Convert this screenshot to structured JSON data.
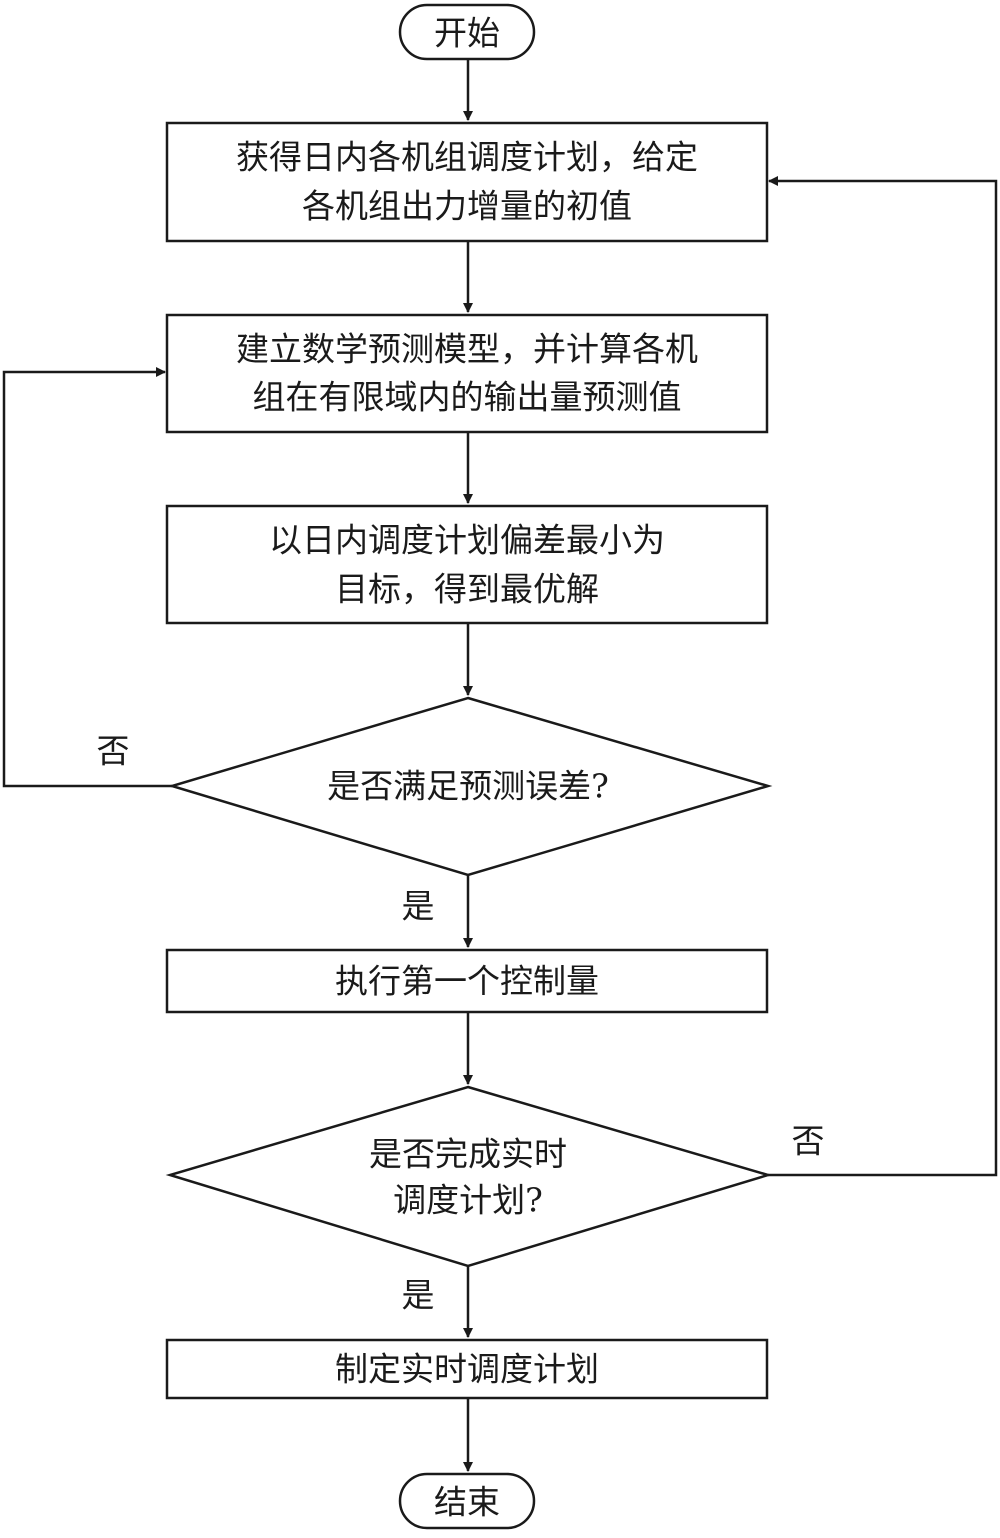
{
  "flowchart": {
    "start": {
      "label": "开始"
    },
    "step1": {
      "lines": [
        "获得日内各机组调度计划，给定",
        "各机组出力增量的初值"
      ]
    },
    "step2": {
      "lines": [
        "建立数学预测模型，并计算各机",
        "组在有限域内的输出量预测值"
      ]
    },
    "step3": {
      "lines": [
        "以日内调度计划偏差最小为",
        "目标，得到最优解"
      ]
    },
    "decision1": {
      "lines": [
        "是否满足预测误差?"
      ],
      "no_label": "否",
      "yes_label": "是"
    },
    "step4": {
      "lines": [
        "执行第一个控制量"
      ]
    },
    "decision2": {
      "lines": [
        "是否完成实时",
        "调度计划?"
      ],
      "no_label": "否",
      "yes_label": "是"
    },
    "step5": {
      "lines": [
        "制定实时调度计划"
      ]
    },
    "end": {
      "label": "结束"
    }
  }
}
